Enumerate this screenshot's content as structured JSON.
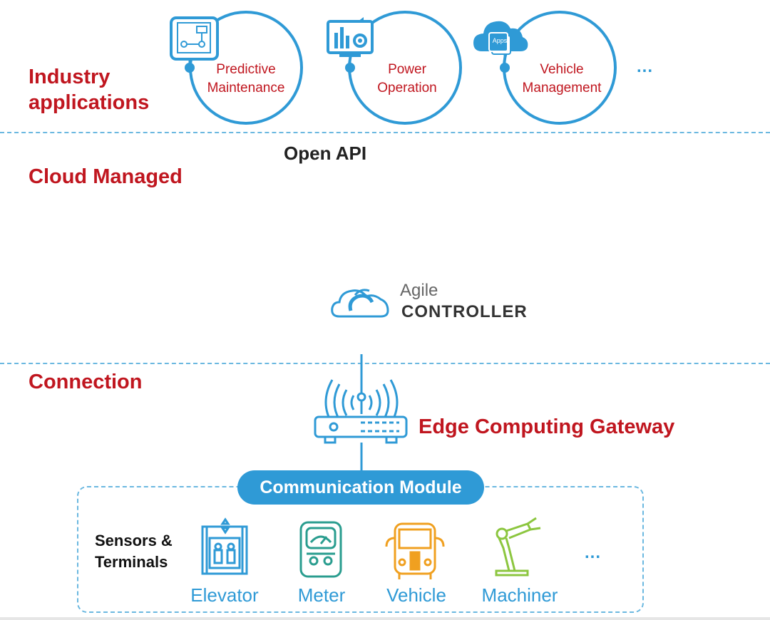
{
  "layers": {
    "industry": "Industry applications",
    "cloud": "Cloud Managed",
    "connection": "Connection"
  },
  "apps": [
    {
      "line1": "Predictive",
      "line2": "Maintenance"
    },
    {
      "line1": "Power",
      "line2": "Operation"
    },
    {
      "line1": "Vehicle",
      "line2": "Management"
    }
  ],
  "apps_more": "...",
  "apps_badge": "Apps",
  "open_api": "Open API",
  "agile": {
    "word1": "Agile",
    "word2": "CONTROLLER"
  },
  "gateway_label": "Edge Computing Gateway",
  "comm_module": "Communication Module",
  "sensors_title_line1": "Sensors &",
  "sensors_title_line2": "Terminals",
  "devices": [
    "Elevator",
    "Meter",
    "Vehicle",
    "Machiner"
  ],
  "devices_more": "...",
  "colors": {
    "accent_red": "#c0161f",
    "blue": "#2f9ad6",
    "orange": "#f0a020",
    "green": "#8cc63f",
    "teal": "#2a9d8f"
  }
}
